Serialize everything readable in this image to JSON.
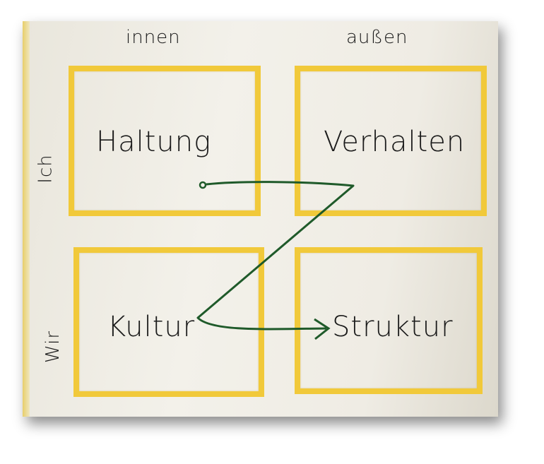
{
  "columns": {
    "left": "innen",
    "right": "außen"
  },
  "rows": {
    "top": "Ich",
    "bottom": "Wir"
  },
  "quadrants": {
    "top_left": "Haltung",
    "top_right": "Verhalten",
    "bottom_left": "Kultur",
    "bottom_right": "Struktur"
  },
  "colors": {
    "box_border": "#f1c93a",
    "arrow": "#1f5a2a",
    "paper": "#f0ede5"
  }
}
